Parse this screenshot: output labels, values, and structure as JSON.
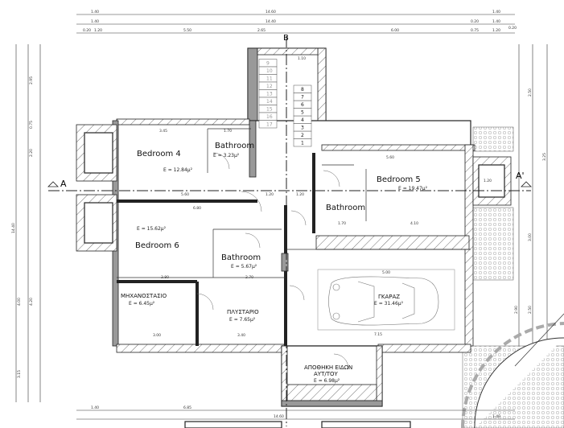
{
  "drawing": {
    "rooms": [
      {
        "name": "Bedroom 4",
        "area": "E = 12.84μ²"
      },
      {
        "name": "Bathroom",
        "area": "E = 3.23μ²"
      },
      {
        "name": "Bedroom 5",
        "area": "E = 19.47μ²"
      },
      {
        "name": "Bathroom",
        "area": ""
      },
      {
        "name": "Bedroom 6",
        "area": "E = 15.62μ²"
      },
      {
        "name": "Bathroom",
        "area": "E = 5.67μ²"
      },
      {
        "name": "ΜΗΧΑΝΟΣΤΑΣΙΟ",
        "area": "E = 6.45μ²"
      },
      {
        "name": "ΠΛΥΣΤΑΡΙΟ",
        "area": "E = 7.65μ²"
      },
      {
        "name": "ΓΚΑΡΑΖ",
        "area": "E = 31.46μ²"
      },
      {
        "name": "ΑΠΟΘΗΚΗ ΕΙΔΩΝ",
        "name2": "ΑΥΤ/ΤΟΥ",
        "area": "E = 6.98μ²"
      }
    ],
    "section_marks": {
      "a_left": "A",
      "a_right": "A'",
      "b": "B"
    },
    "stair_steps": [
      "1",
      "2",
      "3",
      "4",
      "5",
      "6",
      "7",
      "8",
      "9",
      "10",
      "11",
      "12",
      "13",
      "14",
      "15",
      "16",
      "17"
    ],
    "dims_top": [
      "1.40",
      "14.60",
      "1.40",
      "1.40",
      "14.40",
      "0.20",
      "1.40",
      "0.20",
      "1.20",
      "5.50",
      "2.65",
      "6.00",
      "0.75",
      "1.20",
      "0.20"
    ],
    "dims_inner": [
      "3.45",
      "1.70",
      "1.10",
      "5.60",
      "1.20",
      "1.20",
      "6.80",
      "5.60",
      "1.70",
      "4.10",
      "1.20",
      "3.80",
      "2.70",
      "3.00",
      "3.40",
      "7.15",
      "5.00"
    ],
    "dims_bottom": [
      "1.40",
      "6.85",
      "14.60",
      "1.40"
    ],
    "dims_side": [
      "2.95",
      "0.75",
      "2.20",
      "14.40",
      "4.00",
      "4.20",
      "3.15",
      "2.50",
      "3.25",
      "3.00",
      "2.90",
      "2.50"
    ]
  }
}
